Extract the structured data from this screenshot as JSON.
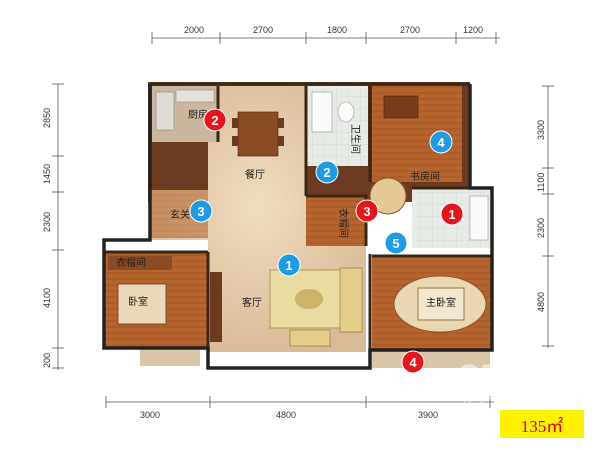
{
  "dimensions": {
    "top": [
      "2000",
      "2700",
      "1800",
      "2700",
      "1200"
    ],
    "bottom": [
      "3000",
      "4800",
      "3900"
    ],
    "left": [
      "2850",
      "1450",
      "2300",
      "4100",
      "200"
    ],
    "right": [
      "3300",
      "1100",
      "2300",
      "4800"
    ]
  },
  "rooms": {
    "kitchen": "厨房",
    "bathroom": "卫生间",
    "dining": "餐厅",
    "entry": "玄关",
    "walkin_closet": "衣帽间",
    "closet": "衣帽间",
    "bedroom": "卧室",
    "living": "客厅",
    "master_bedroom": "主卧室",
    "study": "书房间"
  },
  "markers": [
    {
      "label": "2",
      "color": "#e8141b"
    },
    {
      "label": "4",
      "color": "#1e9be6"
    },
    {
      "label": "2",
      "color": "#1e9be6"
    },
    {
      "label": "3",
      "color": "#1e9be6"
    },
    {
      "label": "3",
      "color": "#e8141b"
    },
    {
      "label": "1",
      "color": "#e8141b"
    },
    {
      "label": "5",
      "color": "#1e9be6"
    },
    {
      "label": "1",
      "color": "#1e9be6"
    },
    {
      "label": "4",
      "color": "#e8141b"
    }
  ],
  "area": "135㎡",
  "watermark": {
    "text": "CRIC",
    "sub": "房产财经"
  }
}
